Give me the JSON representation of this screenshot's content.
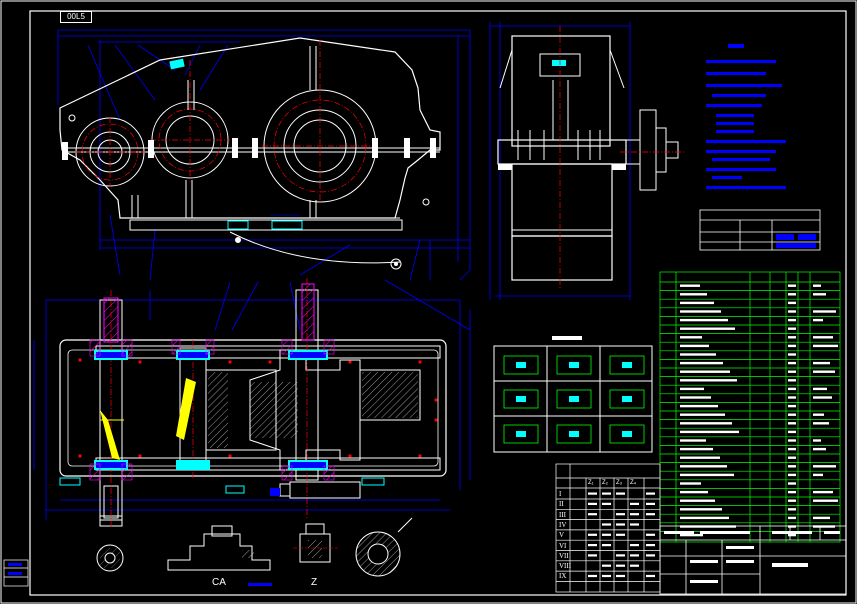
{
  "drawing": {
    "frame_badge": "00L5",
    "section_labels": {
      "view_ca": "CA",
      "view_z": "Z"
    },
    "gear_table_headers": [
      "Z₁",
      "Z₂",
      "Z₃",
      "Z₄"
    ],
    "gear_table_row_numerals": [
      "I",
      "II",
      "III",
      "IV",
      "V",
      "VI",
      "VII",
      "VIII",
      "IX"
    ],
    "colors": {
      "background": "#000000",
      "frame": "#ffffff",
      "outline": "#ffffff",
      "dimension": "#0000ff",
      "centerline": "#ff0000",
      "table_grid": "#00ff00",
      "note_text": "#0000ff",
      "bearing_fill": "#00ffff",
      "highlight": "#ffff00",
      "hatch": "#ff00ff"
    }
  }
}
